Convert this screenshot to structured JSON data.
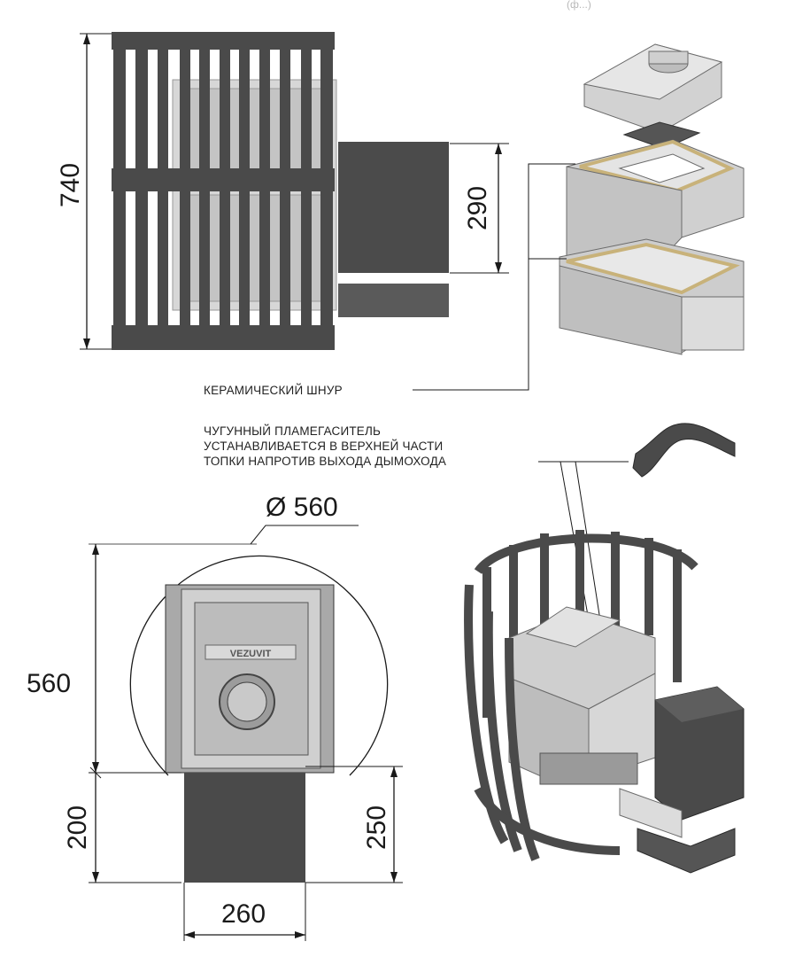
{
  "watermark": "(ф...)",
  "dimensions": {
    "height_front": "740",
    "chimney_height": "290",
    "diameter": "Ø 560",
    "depth_total": "560",
    "tunnel_length": "200",
    "tunnel_depth": "250",
    "tunnel_width": "260"
  },
  "labels": {
    "ceramic_cord": "КЕРАМИЧЕСКИЙ ШНУР",
    "flame_arrester_line1": "ЧУГУННЫЙ ПЛАМЕГАСИТЕЛЬ",
    "flame_arrester_line2": "УСТАНАВЛИВАЕТСЯ В ВЕРХНЕЙ ЧАСТИ",
    "flame_arrester_line3": "ТОПКИ НАПРОТИВ ВЫХОДА ДЫМОХОДА"
  },
  "brand_plate": "VEZUVIT",
  "colors": {
    "steel": "#4a4a4a",
    "cast_iron_light": "#c9c9c9",
    "cast_iron_dark": "#8a8a8a",
    "cord": "#c8b27a",
    "line": "#1a1a1a"
  }
}
